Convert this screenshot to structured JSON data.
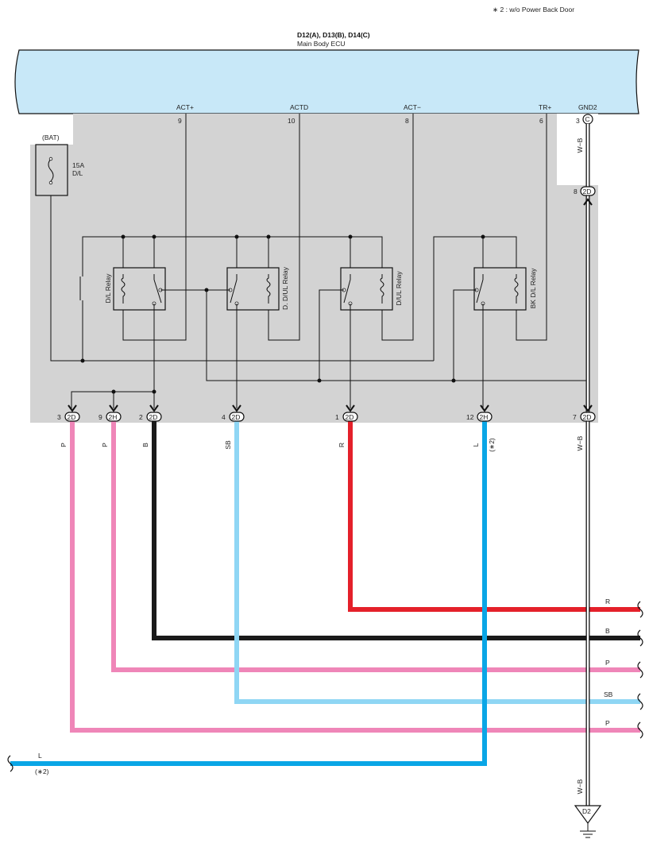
{
  "header": {
    "note": "∗ 2 : w/o Power Back Door",
    "ecu_connectors": "D12(A), D13(B), D14(C)",
    "ecu_name": "Main Body ECU"
  },
  "ecu_pins": {
    "act_plus": {
      "name": "ACT+",
      "num": "9"
    },
    "actd": {
      "name": "ACTD",
      "num": "10"
    },
    "act_minus": {
      "name": "ACT−",
      "num": "8"
    },
    "tr_plus": {
      "name": "TR+",
      "num": "6"
    },
    "gnd2": {
      "name": "GND2",
      "num": "3",
      "conn": "C"
    }
  },
  "fuse": {
    "source": "(BAT)",
    "rating": "15A",
    "name": "D/L"
  },
  "relays": {
    "dl": "D/L Relay",
    "ddul": "D. D/UL Relay",
    "dul": "D/UL Relay",
    "bkdl": "BK D/L Relay"
  },
  "junctions": {
    "gnd_in": {
      "num": "8",
      "conn": "2D"
    },
    "p3": {
      "num": "3",
      "conn": "2D"
    },
    "p9": {
      "num": "9",
      "conn": "2H"
    },
    "p2": {
      "num": "2",
      "conn": "2D"
    },
    "p4": {
      "num": "4",
      "conn": "2D"
    },
    "p1": {
      "num": "1",
      "conn": "2D"
    },
    "p12": {
      "num": "12",
      "conn": "2H"
    },
    "p7": {
      "num": "7",
      "conn": "2D"
    }
  },
  "wire_colors": {
    "p_left": "P",
    "p_mid": "P",
    "b": "B",
    "sb": "SB",
    "r": "R",
    "l": "L",
    "l_note": "(∗2)",
    "wb_top": "W−B",
    "wb_mid": "W−B",
    "wb_bottom": "W−B"
  },
  "right_labels": {
    "r": "R",
    "b": "B",
    "p1": "P",
    "sb": "SB",
    "p2": "P"
  },
  "left_labels": {
    "l": "L",
    "l_note": "(∗2)"
  },
  "ground": {
    "label": "D2"
  },
  "colors": {
    "ecu_fill": "#c8e8f8",
    "shade": "#d3d3d3",
    "wire_p": "#ef86b8",
    "wire_b": "#1a1a1a",
    "wire_sb": "#8fd6f4",
    "wire_r": "#e4202a",
    "wire_l": "#0aa6e6"
  }
}
